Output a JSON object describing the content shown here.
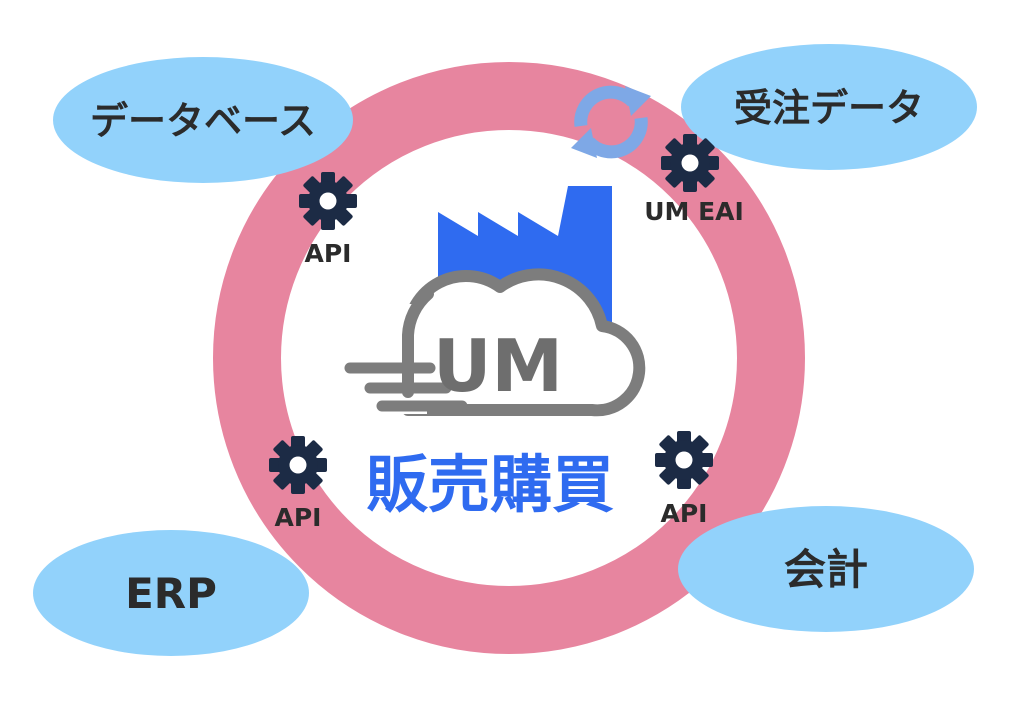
{
  "nodes": {
    "database": "データベース",
    "order_data": "受注データ",
    "erp": "ERP",
    "accounting": "会計"
  },
  "connectors": {
    "top_left": "API",
    "top_right": "UM EAI",
    "bottom_left": "API",
    "bottom_right": "API"
  },
  "center": {
    "logo_text": "UM",
    "product_name": "販売購買"
  },
  "colors": {
    "ring": "#e7859f",
    "node_fill": "#92d2fb",
    "gear": "#1c2b45",
    "factory": "#2f6bf0",
    "cloud": "#7d7d7d",
    "title": "#2f6bf0",
    "sync_arrows": "#7ea8e6"
  },
  "icons": {
    "gear": "gear-icon",
    "sync": "sync-arrows-icon",
    "factory": "factory-icon",
    "cloud": "cloud-icon"
  }
}
